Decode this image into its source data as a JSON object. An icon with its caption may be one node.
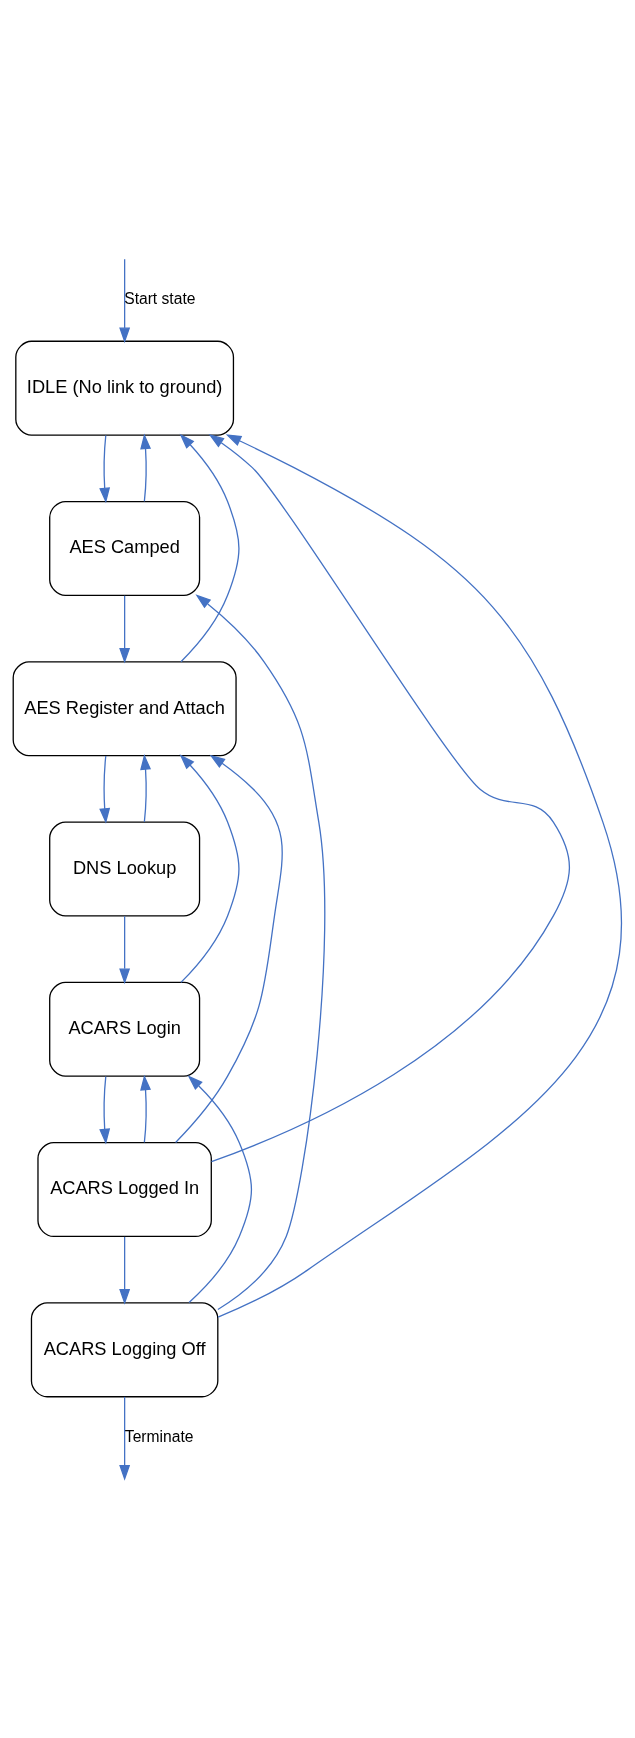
{
  "diagram": {
    "nodes": [
      {
        "text": [
          "IDLE (No link to ground)"
        ]
      },
      {
        "text": [
          "AES Camped"
        ]
      },
      {
        "text": [
          "AES Register and Attach"
        ]
      },
      {
        "text": [
          "DNS Lookup"
        ]
      },
      {
        "text": [
          "ACARS Login"
        ]
      },
      {
        "text": [
          "ACARS Logged In"
        ]
      },
      {
        "text": [
          "ACARS Logging Off"
        ]
      }
    ],
    "edges": [
      {
        "from": null,
        "to": 0,
        "arrow": "to",
        "label": "Start state"
      },
      {
        "from": 0,
        "to": 1,
        "arrow": "to"
      },
      {
        "from": 1,
        "to": 2,
        "arrow": "to"
      },
      {
        "from": 2,
        "to": 3,
        "arrow": "to"
      },
      {
        "from": 3,
        "to": 4,
        "arrow": "to"
      },
      {
        "from": 4,
        "to": 5,
        "arrow": "to"
      },
      {
        "from": 5,
        "to": 6,
        "arrow": "to"
      },
      {
        "from": 1,
        "to": 0,
        "arrow": "to"
      },
      {
        "from": 2,
        "to": 0,
        "arrow": "to"
      },
      {
        "from": 3,
        "to": 2,
        "arrow": "to"
      },
      {
        "from": 4,
        "to": 2,
        "arrow": "to"
      },
      {
        "from": 5,
        "to": 0,
        "arrow": "to"
      },
      {
        "from": 5,
        "to": 2,
        "arrow": "to"
      },
      {
        "from": 5,
        "to": 4,
        "arrow": "to"
      },
      {
        "from": 6,
        "to": 0,
        "arrow": "to"
      },
      {
        "from": 6,
        "to": 4,
        "arrow": "to"
      },
      {
        "from": 6,
        "to": 1,
        "arrow": "to"
      },
      {
        "from": 6,
        "to": null,
        "arrow": "to",
        "label": "Terminate"
      }
    ]
  }
}
